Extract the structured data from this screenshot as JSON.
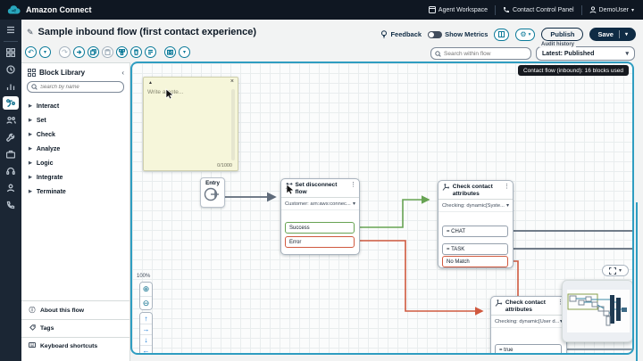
{
  "topbar": {
    "brand": "Amazon Connect",
    "agent_workspace": "Agent Workspace",
    "contact_control_panel": "Contact Control Panel",
    "user": "DemoUser"
  },
  "header": {
    "title": "Sample inbound flow (first contact experience)",
    "feedback": "Feedback",
    "show_metrics": "Show Metrics",
    "publish": "Publish",
    "save": "Save",
    "search_placeholder": "Search within flow",
    "audit_label": "Audit history",
    "audit_value": "Latest: Published"
  },
  "block_library": {
    "title": "Block Library",
    "search_placeholder": "Search by name",
    "categories": [
      "Interact",
      "Set",
      "Check",
      "Analyze",
      "Logic",
      "Integrate",
      "Terminate"
    ],
    "footer": [
      "About this flow",
      "Tags",
      "Keyboard shortcuts"
    ]
  },
  "canvas": {
    "badge": "Contact flow (inbound): 16 blocks used",
    "zoom_level": "100%",
    "note": {
      "placeholder": "Write a note...",
      "counter": "0/1000"
    },
    "entry": {
      "label": "Entry"
    },
    "blocks": [
      {
        "title": "Set disconnect flow",
        "param": "Customer: arn:aws:connec...",
        "outputs": [
          {
            "label": "Success"
          },
          {
            "label": "Error"
          }
        ]
      },
      {
        "title": "Check contact attributes",
        "param": "Checking: dynamic[Syste...",
        "outputs": [
          {
            "label": "= CHAT"
          },
          {
            "label": "= TASK"
          },
          {
            "label": "No Match"
          }
        ]
      },
      {
        "title": "Check contact attributes",
        "param": "Checking: dynamic[User d...",
        "outputs": [
          {
            "label": "= true"
          }
        ]
      }
    ]
  },
  "icons": {
    "brand_logo": "teal-cloud",
    "edit": "pencil",
    "search": "magnifier",
    "settings": "gear",
    "more": "vertical-dots",
    "caret": "down-triangle",
    "close": "x",
    "feedback": "lightbulb"
  },
  "colors": {
    "topbar_bg": "#0f1722",
    "rail_bg": "#1b2634",
    "accent_teal": "#0b7a99",
    "canvas_border": "#2f9dc1",
    "navy_button": "#0f2b44",
    "success": "#67a353",
    "error": "#d0593f",
    "connector": "#5f6b7a",
    "note_bg": "#f6f6da",
    "badge_bg": "#16191f"
  }
}
